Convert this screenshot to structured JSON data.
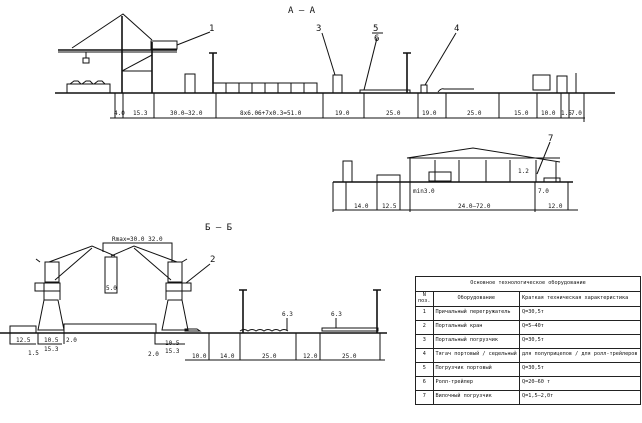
{
  "section_aa": {
    "title": "А – А",
    "callouts": [
      "1",
      "3",
      "5",
      "6",
      "4"
    ],
    "dims": [
      "4.0",
      "15.3",
      "30.0–32.0",
      "8x6.06+7x0.3=51.0",
      "19.0",
      "25.0",
      "19.0",
      "25.0",
      "15.0",
      "10.0",
      "1.5",
      "7.0"
    ]
  },
  "section_warehouse": {
    "callout": "7",
    "dims": [
      "14.0",
      "12.5",
      "24.0–72.0",
      "12.0",
      "min3.0",
      "7.0",
      "1.2"
    ]
  },
  "section_bb": {
    "title": "Б – Б",
    "callout": "2",
    "rmax": "Rmax=30.0 32.0",
    "box_dim": "5.0",
    "heights": [
      "6.3",
      "6.3"
    ],
    "dims": [
      "12.5",
      "10.5",
      "2.0",
      "1.5",
      "15.3",
      "2.0",
      "10.5",
      "15.3",
      "10.0",
      "14.0",
      "25.0",
      "12.0",
      "25.0"
    ]
  },
  "equipment_table": {
    "title": "Основное технологическое оборудование",
    "headers": {
      "num": "N поз.",
      "equipment": "Оборудование",
      "spec": "Краткая техническая характеристика"
    },
    "rows": [
      {
        "num": "1",
        "equipment": "Причальный перегружатель",
        "spec": "Q=30,5т"
      },
      {
        "num": "2",
        "equipment": "Портальный кран",
        "spec": "Q=5–40т"
      },
      {
        "num": "3",
        "equipment": "Портальный погрузчик",
        "spec": "Q=30,5т"
      },
      {
        "num": "4",
        "equipment": "Тягач портовый / седельный",
        "spec": "для полуприцепов / для ролл-трейлеров"
      },
      {
        "num": "5",
        "equipment": "Погрузчик портовый",
        "spec": "Q=30,5т"
      },
      {
        "num": "6",
        "equipment": "Ролл-трейлер",
        "spec": "Q=20–60 т"
      },
      {
        "num": "7",
        "equipment": "Вилочный погрузчик",
        "spec": "Q=1,5–2,0т"
      }
    ]
  }
}
